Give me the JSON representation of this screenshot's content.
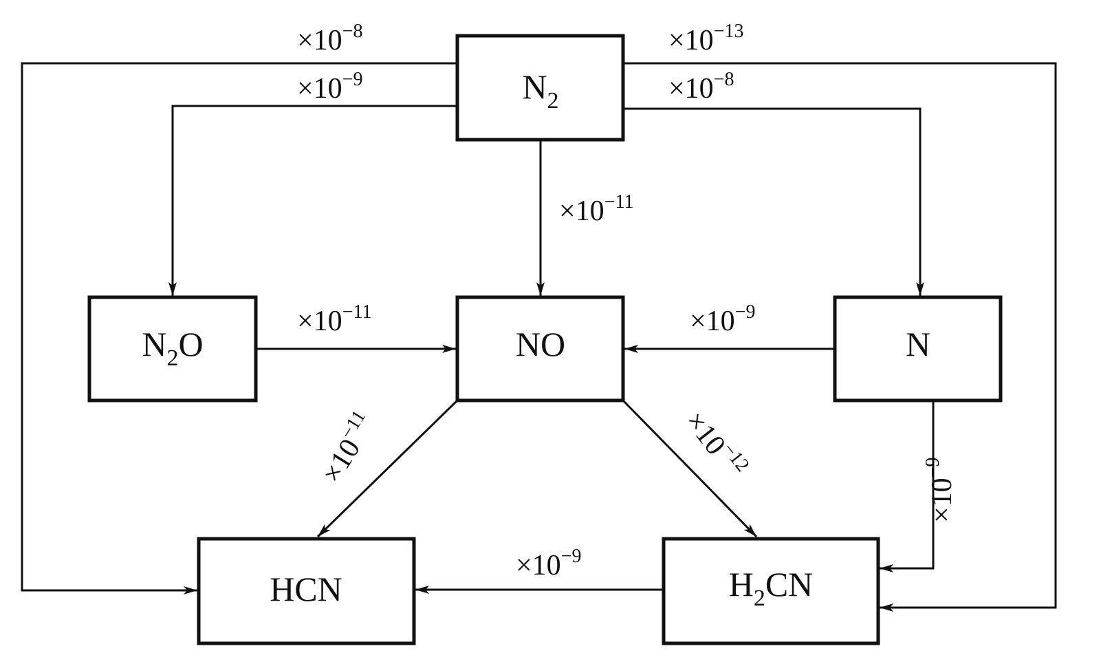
{
  "nodes": {
    "n2": {
      "main": "N",
      "sub": "2",
      "tail": ""
    },
    "n2o": {
      "main": "N",
      "sub": "2",
      "tail": "O"
    },
    "no": {
      "main": "NO"
    },
    "n": {
      "main": "N"
    },
    "hcn": {
      "main": "HCN"
    },
    "h2cn": {
      "main": "H",
      "sub": "2",
      "tail": "CN"
    }
  },
  "edges": [
    {
      "from": "N2",
      "to": "HCN",
      "base": "×10",
      "exp": "−8"
    },
    {
      "from": "N2",
      "to": "N2O",
      "base": "×10",
      "exp": "−9"
    },
    {
      "from": "N2",
      "to": "H2CN",
      "base": "×10",
      "exp": "−13"
    },
    {
      "from": "N2",
      "to": "N",
      "base": "×10",
      "exp": "−8"
    },
    {
      "from": "N2",
      "to": "NO",
      "base": "×10",
      "exp": "−11"
    },
    {
      "from": "N2O",
      "to": "NO",
      "base": "×10",
      "exp": "−11"
    },
    {
      "from": "N",
      "to": "NO",
      "base": "×10",
      "exp": "−9"
    },
    {
      "from": "NO",
      "to": "HCN",
      "base": "×10",
      "exp": "−11"
    },
    {
      "from": "NO",
      "to": "H2CN",
      "base": "×10",
      "exp": "−12"
    },
    {
      "from": "N",
      "to": "H2CN",
      "base": "×10",
      "exp": "−9"
    },
    {
      "from": "H2CN",
      "to": "HCN",
      "base": "×10",
      "exp": "−9"
    }
  ]
}
